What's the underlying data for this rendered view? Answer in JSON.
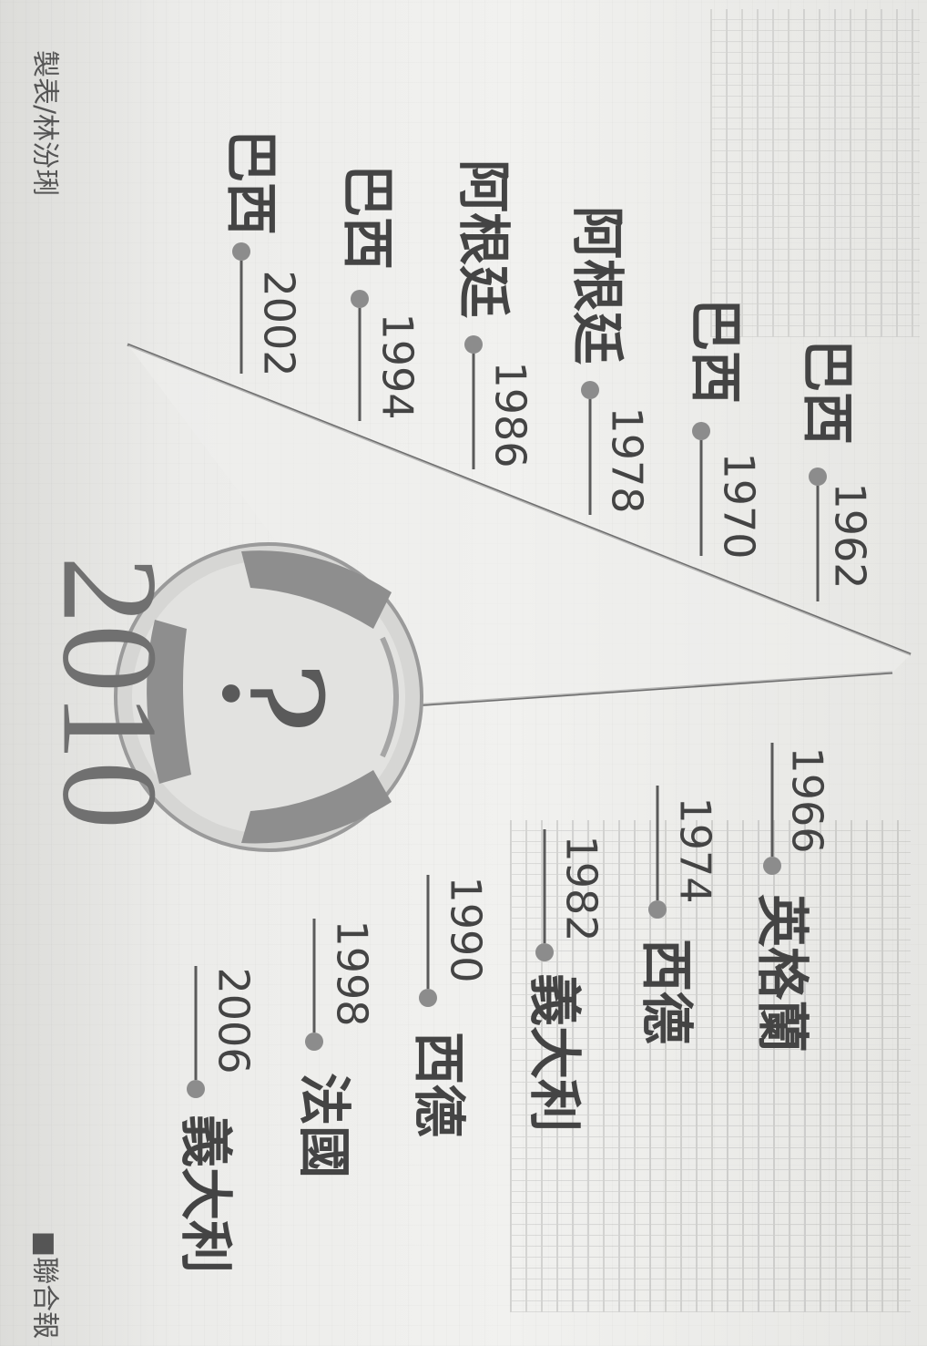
{
  "credit": "製表/林汾琍",
  "source": "■聯合報",
  "big_year": "2010",
  "question_mark": "?",
  "upper_entries": [
    {
      "year": "1962",
      "country": "巴西"
    },
    {
      "year": "1970",
      "country": "巴西"
    },
    {
      "year": "1978",
      "country": "阿根廷"
    },
    {
      "year": "1986",
      "country": "阿根廷"
    },
    {
      "year": "1994",
      "country": "巴西"
    },
    {
      "year": "2002",
      "country": "巴西"
    }
  ],
  "lower_entries": [
    {
      "year": "1966",
      "country": "英格蘭"
    },
    {
      "year": "1974",
      "country": "西德"
    },
    {
      "year": "1982",
      "country": "義大利"
    },
    {
      "year": "1990",
      "country": "西德"
    },
    {
      "year": "1998",
      "country": "法國"
    },
    {
      "year": "2006",
      "country": "義大利"
    }
  ],
  "colors": {
    "ink": "#4a4a4a",
    "dot": "#8c8c8c",
    "ball": "#cfcfcf",
    "ball_panel": "#8e8e8e"
  }
}
